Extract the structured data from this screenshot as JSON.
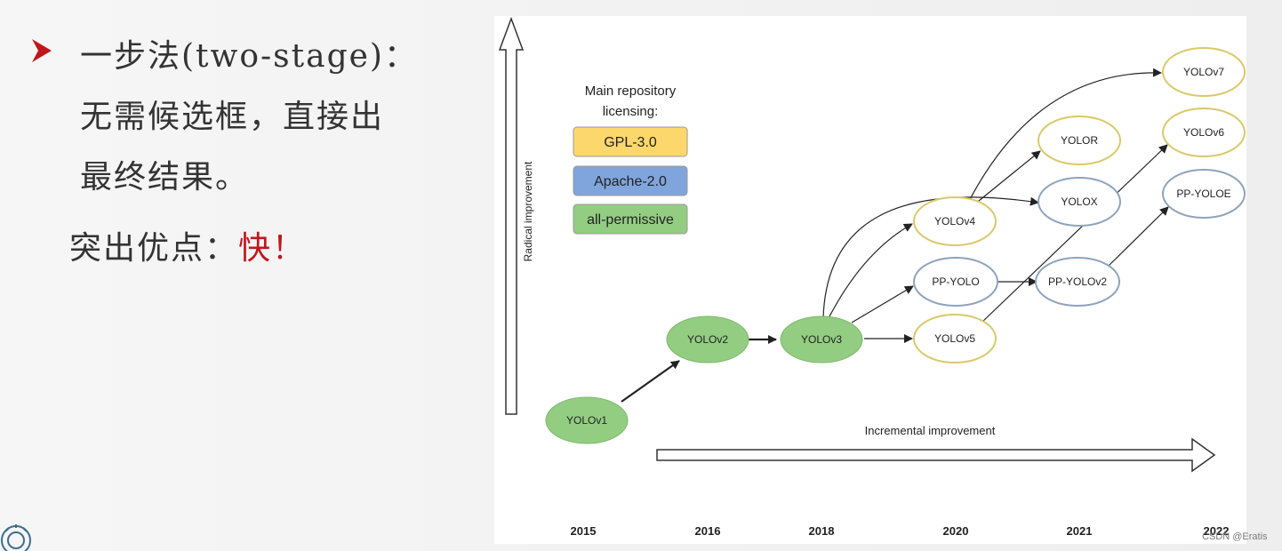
{
  "left_text": {
    "bullet_line": "一步法(two-stage)：\n无需候选框，直接出\n最终结果。",
    "highlight_prefix": "突出优点：",
    "highlight_emphasis": "快！"
  },
  "diagram": {
    "legend": {
      "title_line1": "Main repository",
      "title_line2": "licensing:",
      "items": [
        {
          "label": "GPL-3.0",
          "color": "#fcd86c"
        },
        {
          "label": "Apache-2.0",
          "color": "#7fa5dc"
        },
        {
          "label": "all-permissive",
          "color": "#93cd82"
        }
      ]
    },
    "vertical_axis_label": "Radical improvement",
    "horizontal_axis_label": "Incremental improvement",
    "years": [
      "2015",
      "2016",
      "2018",
      "2020",
      "2021",
      "2022"
    ],
    "nodes": {
      "yolov1": "YOLOv1",
      "yolov2": "YOLOv2",
      "yolov3": "YOLOv3",
      "yolov4": "YOLOv4",
      "ppyolo": "PP-YOLO",
      "yolov5": "YOLOv5",
      "yolor": "YOLOR",
      "yolox": "YOLOX",
      "ppyolov2": "PP-YOLOv2",
      "yolov7": "YOLOv7",
      "yolov6": "YOLOv6",
      "ppyoloe": "PP-YOLOE"
    },
    "colors": {
      "permissive_fill": "#93cd82",
      "gpl_border": "#d9c96a",
      "apache_border": "#8fa3bb"
    }
  },
  "watermark": "CSDN @Eratis"
}
